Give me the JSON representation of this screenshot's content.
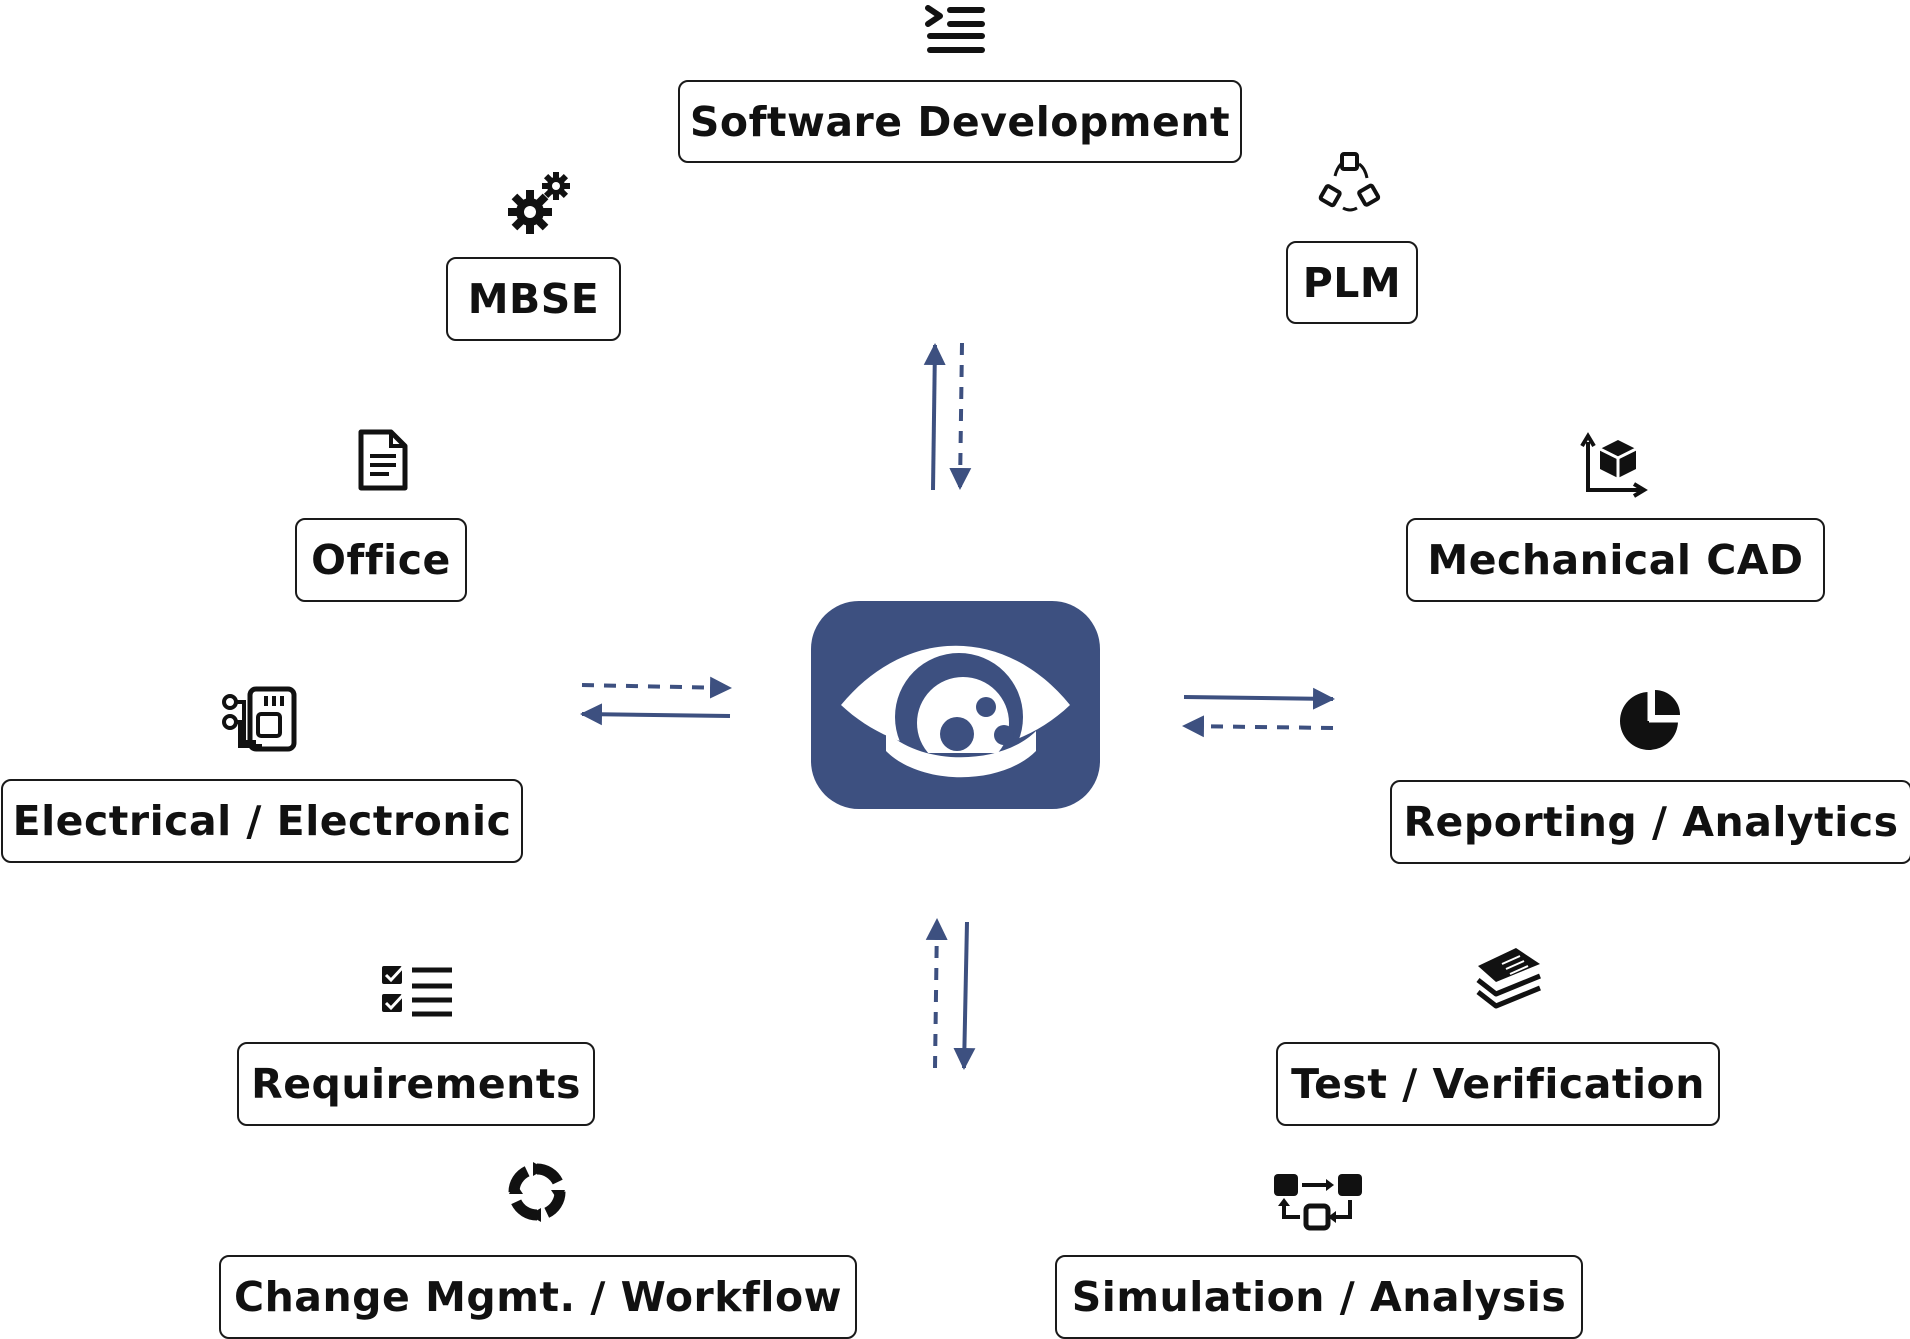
{
  "colors": {
    "accent": "#3d5080",
    "ink": "#111111",
    "border": "#1a1a1a",
    "background": "#ffffff"
  },
  "hub": {
    "icon": "eye-logo-icon"
  },
  "nodes": {
    "software_development": {
      "label": "Software Development",
      "icon": "code-list-icon"
    },
    "plm": {
      "label": "PLM",
      "icon": "cycle-shapes-icon"
    },
    "mbse": {
      "label": "MBSE",
      "icon": "gears-icon"
    },
    "office": {
      "label": "Office",
      "icon": "document-icon"
    },
    "mechanical_cad": {
      "label": "Mechanical CAD",
      "icon": "cube-axes-icon"
    },
    "electrical_electronic": {
      "label": "Electrical / Electronic",
      "icon": "circuit-chip-icon"
    },
    "reporting_analytics": {
      "label": "Reporting / Analytics",
      "icon": "pie-chart-icon"
    },
    "requirements": {
      "label": "Requirements",
      "icon": "checklist-icon"
    },
    "test_verification": {
      "label": "Test / Verification",
      "icon": "stacked-layers-icon"
    },
    "change_mgmt_workflow": {
      "label": "Change Mgmt. / Workflow",
      "icon": "circular-arrows-icon"
    },
    "simulation_analysis": {
      "label": "Simulation / Analysis",
      "icon": "flow-blocks-icon"
    }
  }
}
